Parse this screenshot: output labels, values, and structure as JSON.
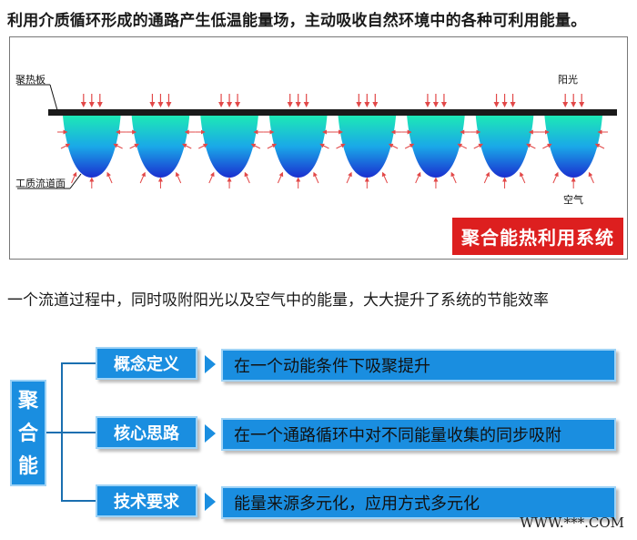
{
  "heading": "利用介质循环形成的通路产生低温能量场，主动吸收自然环境中的各种可利用能量。",
  "diagram": {
    "label_plate": "聚热板",
    "label_sunlight": "阳光",
    "label_surface": "工质流道面",
    "label_air": "空气",
    "system_title": "聚合能热利用系统",
    "channel_count": 8,
    "colors": {
      "plate": "#1a1a1a",
      "arrow": "#e24848",
      "channel_top": "#1de9b6",
      "channel_mid": "#1aa8e8",
      "channel_bottom": "#1a2fd0",
      "title_bg": "#dd1f1f"
    }
  },
  "subheading": "一个流道过程中，同时吸附阳光以及空气中的能量，大大提升了系统的节能效率",
  "structure": {
    "root_label": "聚合能",
    "items": [
      {
        "concept": "概念定义",
        "description": "在一个动能条件下吸聚提升"
      },
      {
        "concept": "核心思路",
        "description": "在一个通路循环中对不同能量收集的同步吸附"
      },
      {
        "concept": "技术要求",
        "description": "能量来源多元化，应用方式多元化"
      }
    ],
    "colors": {
      "box": "#1a8ee0",
      "border": "#9fd3f6",
      "line": "#1a6fb0"
    }
  },
  "watermark": "WWW.***.COM"
}
